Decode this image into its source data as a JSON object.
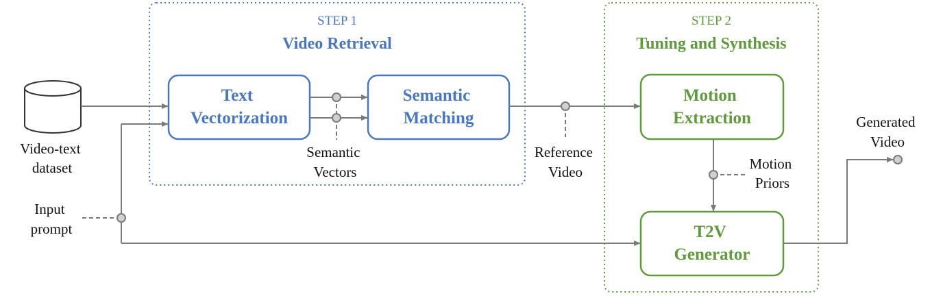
{
  "colors": {
    "blue": "#4a78bf",
    "green": "#5f9a3c",
    "arrow": "#7a7a7a",
    "node_fill": "#d0d0d0",
    "text": "#111111"
  },
  "step1": {
    "label": "STEP 1",
    "title": "Video Retrieval",
    "boxes": {
      "text_vectorization": [
        "Text",
        "Vectorization"
      ],
      "semantic_matching": [
        "Semantic",
        "Matching"
      ]
    }
  },
  "step2": {
    "label": "STEP 2",
    "title": "Tuning and Synthesis",
    "boxes": {
      "motion_extraction": [
        "Motion",
        "Extraction"
      ],
      "t2v_generator": [
        "T2V",
        "Generator"
      ]
    }
  },
  "labels": {
    "dataset": [
      "Video-text",
      "dataset"
    ],
    "input_prompt": [
      "Input",
      "prompt"
    ],
    "semantic_vectors": [
      "Semantic",
      "Vectors"
    ],
    "reference_video": [
      "Reference",
      "Video"
    ],
    "motion_priors": [
      "Motion",
      "Priors"
    ],
    "generated_video": [
      "Generated",
      "Video"
    ]
  }
}
